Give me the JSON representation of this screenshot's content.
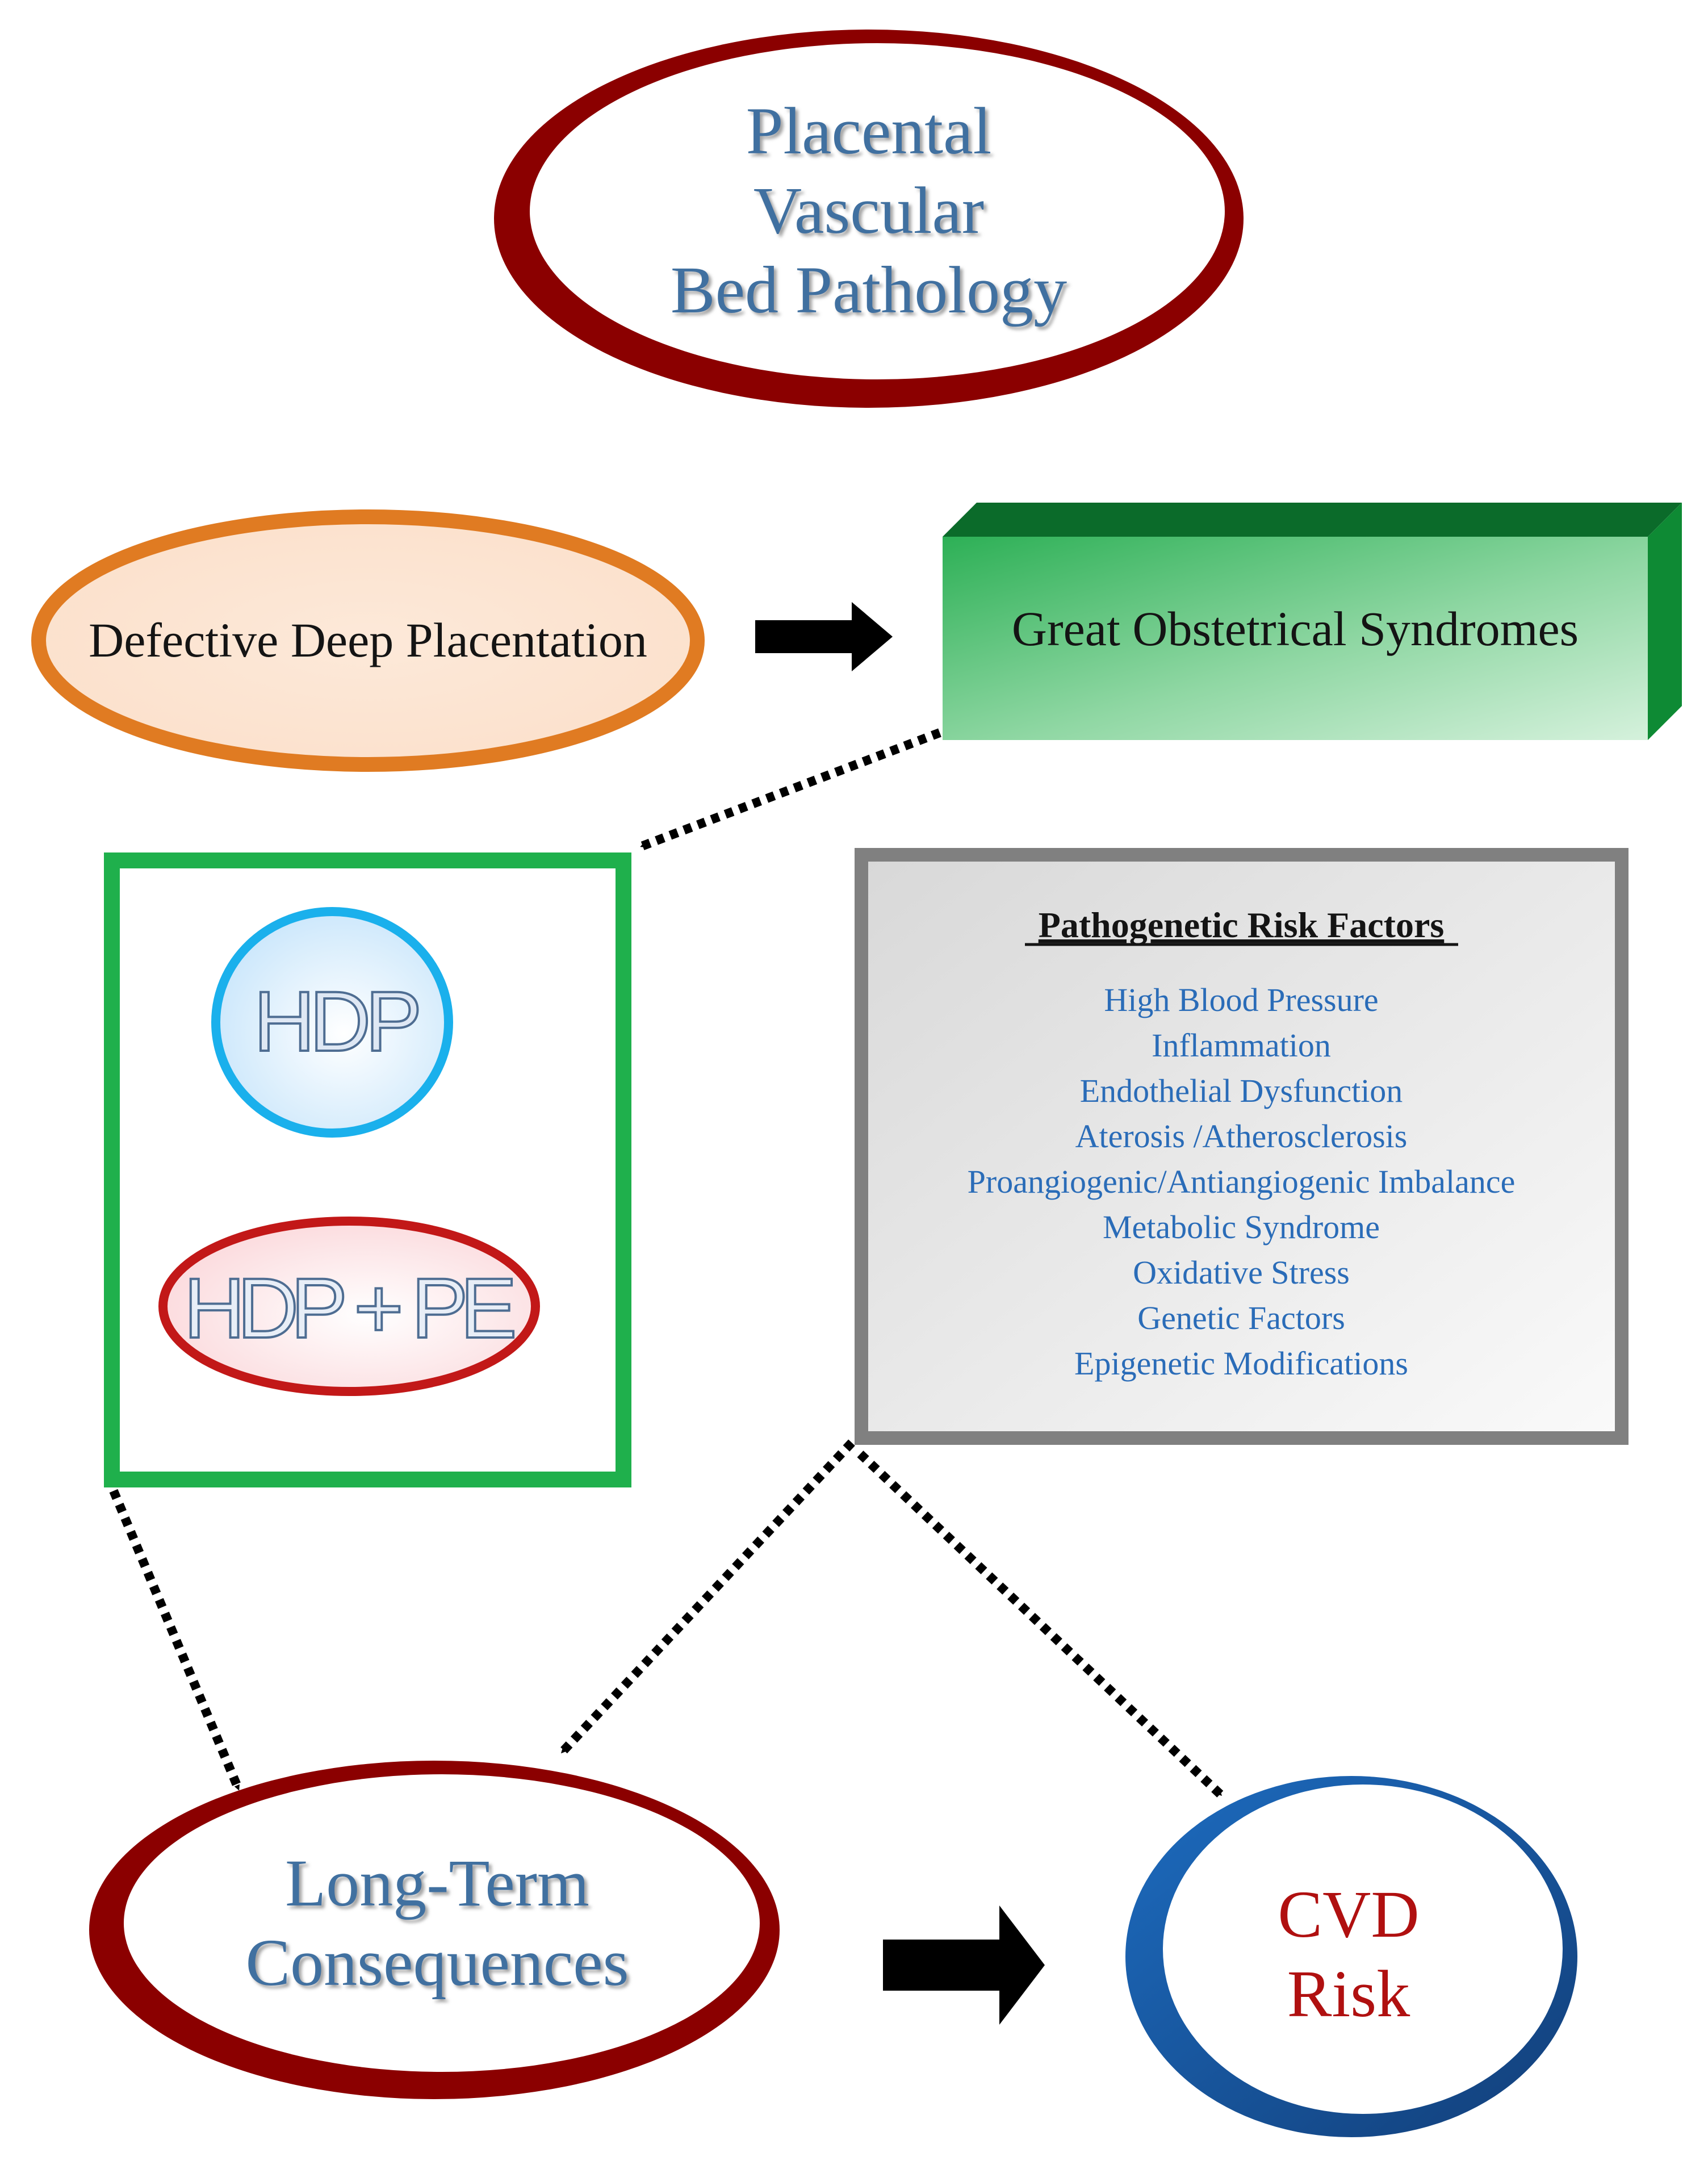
{
  "nodes": {
    "placental_vascular": {
      "lines": [
        "Placental",
        "Vascular",
        "Bed Pathology"
      ]
    },
    "defective_deep_placentation": {
      "label": "Defective Deep Placentation"
    },
    "great_obstetrical_syndromes": {
      "label": "Great Obstetrical Syndromes"
    },
    "hdp": {
      "label": "HDP"
    },
    "hdp_pe": {
      "label": "HDP + PE"
    },
    "risk_factors": {
      "heading": "Pathogenetic Risk Factors",
      "items": [
        "High Blood Pressure",
        "Inflammation",
        "Endothelial Dysfunction",
        "Aterosis /Atherosclerosis",
        "Proangiogenic/Antiangiogenic Imbalance",
        "Metabolic Syndrome",
        "Oxidative Stress",
        "Genetic Factors",
        "Epigenetic Modifications"
      ]
    },
    "long_term_consequences": {
      "lines": [
        "Long-Term",
        "Consequences"
      ]
    },
    "cvd_risk": {
      "lines": [
        "CVD",
        "Risk"
      ]
    }
  },
  "colors": {
    "dark_red_ring": "#8b0000",
    "orange_ring": "#e07b22",
    "green_box": "#22a04a",
    "green_frame": "#1fb04c",
    "cyan_ring": "#1ab0ec",
    "red_ring": "#c21818",
    "gray_frame": "#808080",
    "blue_ring": "#1d5da3",
    "title_blue": "#3f6fa0",
    "risk_item_blue": "#2a6cb8",
    "cvd_red": "#b01010"
  }
}
